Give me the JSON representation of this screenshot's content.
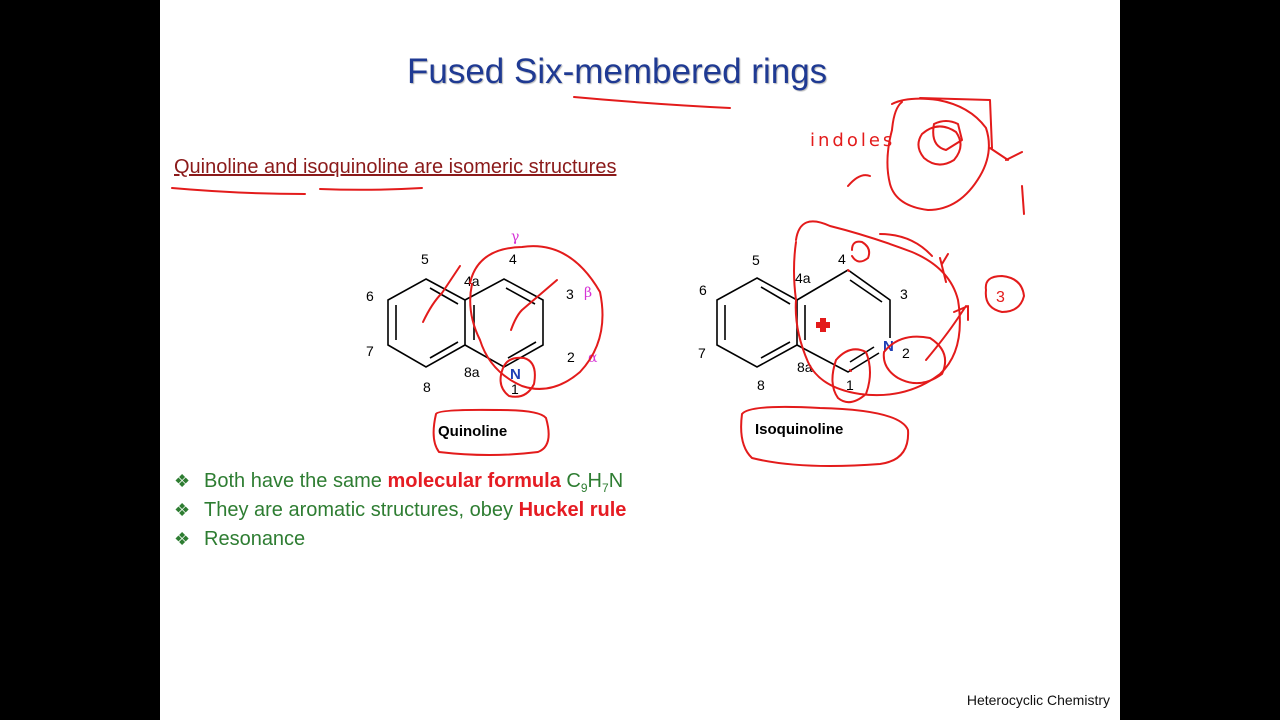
{
  "slide": {
    "title": "Fused Six-membered rings",
    "subtitle": "Quinoline and isoquinoline are isomeric structures",
    "footer": "Heterocyclic Chemistry",
    "colors": {
      "title": "#1f3a93",
      "subtitle": "#8b1a1a",
      "bullet": "#2e7d32",
      "highlight": "#e51c23",
      "ink": "#e31b1b",
      "nitrogen": "#1f3fb5",
      "greek": "#d633d6"
    }
  },
  "quinoline": {
    "name": "Quinoline",
    "labels": {
      "p1": "1",
      "p2": "2",
      "p3": "3",
      "p4": "4",
      "p4a": "4a",
      "p5": "5",
      "p6": "6",
      "p7": "7",
      "p8": "8",
      "p8a": "8a",
      "n": "N",
      "gamma": "γ",
      "beta": "β",
      "alpha": "α"
    }
  },
  "isoquinoline": {
    "name": "Isoquinoline",
    "labels": {
      "p1": "1",
      "p2": "2",
      "p3": "3",
      "p4": "4",
      "p4a": "4a",
      "p5": "5",
      "p6": "6",
      "p7": "7",
      "p8": "8",
      "p8a": "8a",
      "n": "N"
    }
  },
  "bullets": [
    {
      "text": "Both have  the same ",
      "highlight": "molecular formula",
      "formula": {
        "c": "C",
        "c_sub": "9",
        "h": "H",
        "h_sub": "7",
        "n": "N"
      }
    },
    {
      "text": "They are aromatic structures, obey ",
      "highlight": "Huckel rule"
    },
    {
      "text": "Resonance"
    }
  ],
  "bullet_marker": "❖",
  "annotations": {
    "handwritten_note": "indoles",
    "circled_number": "3"
  }
}
